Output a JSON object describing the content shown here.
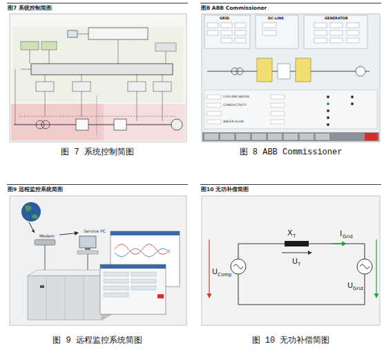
{
  "diagram": {
    "nodes": [
      {
        "text": [
          "图7 系统控制简图"
        ]
      },
      {
        "text": [
          "图8 ABB Commissioner"
        ]
      },
      {
        "text": [
          "图9 远程监控系统简图"
        ]
      },
      {
        "text": [
          "图10 无功补偿简图"
        ]
      },
      {
        "text": [
          "Modem"
        ],
        "in": 2
      },
      {
        "text": [
          "Service PC"
        ],
        "in": 2
      }
    ],
    "edges": [
      {
        "from": 4,
        "to": 5,
        "arrow": "to"
      }
    ],
    "labels": [
      "图 7 系统控制简图",
      "图 8 ABB Commissioner",
      "图 9 远程监控系统简图",
      "图 10 无功补偿简图",
      "GRID",
      "DC-LINK",
      "GENERATOR",
      "COOLING WATER",
      "CONDUCTIVITY",
      "WATER FLOW",
      "X",
      "T",
      "U",
      "T",
      "I",
      "Grid",
      "U",
      "Comp",
      "U",
      "Grid"
    ]
  }
}
